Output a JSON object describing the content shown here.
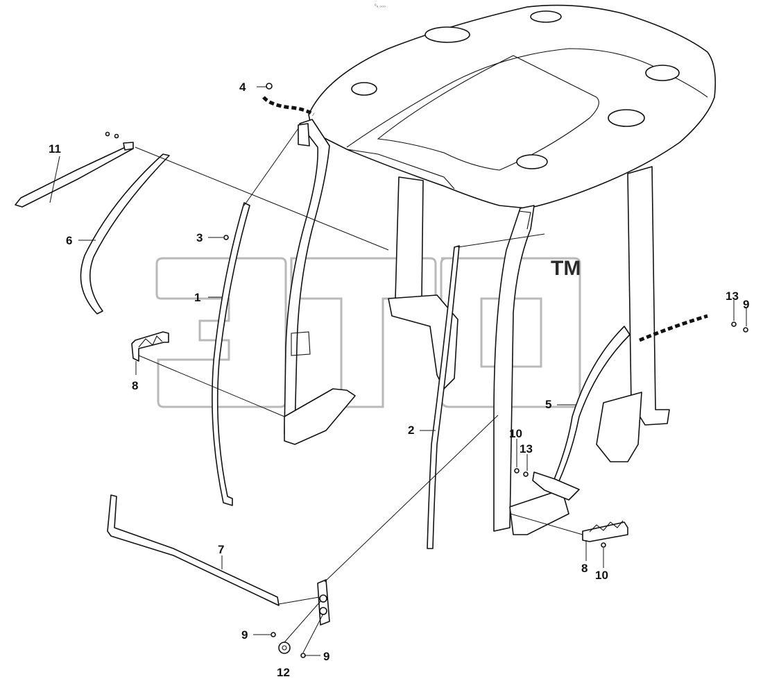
{
  "header": {
    "code": "ᵉᵤ ₀₀₀"
  },
  "watermark": {
    "mark": "TM",
    "color": "#b5b5b5"
  },
  "callouts": [
    {
      "id": "c4",
      "label": "4"
    },
    {
      "id": "c11",
      "label": "11"
    },
    {
      "id": "c6",
      "label": "6"
    },
    {
      "id": "c3",
      "label": "3"
    },
    {
      "id": "c1",
      "label": "1"
    },
    {
      "id": "c8a",
      "label": "8"
    },
    {
      "id": "c2",
      "label": "2"
    },
    {
      "id": "c13a",
      "label": "13"
    },
    {
      "id": "c9a",
      "label": "9"
    },
    {
      "id": "c5",
      "label": "5"
    },
    {
      "id": "c10a",
      "label": "10"
    },
    {
      "id": "c13b",
      "label": "13"
    },
    {
      "id": "c8b",
      "label": "8"
    },
    {
      "id": "c10b",
      "label": "10"
    },
    {
      "id": "c7",
      "label": "7"
    },
    {
      "id": "c9b",
      "label": "9"
    },
    {
      "id": "c9c",
      "label": "9"
    },
    {
      "id": "c12",
      "label": "12"
    }
  ],
  "icons": {
    "roof": "cab-roof-icon",
    "frame": "cab-frame-icon"
  }
}
